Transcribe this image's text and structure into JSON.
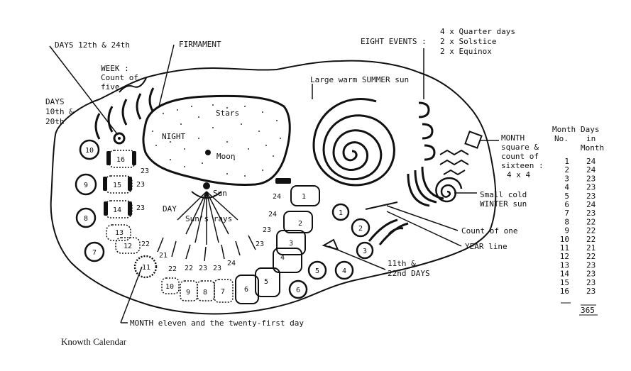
{
  "labels": {
    "days_12_24": "DAYS 12th & 24th",
    "firmament": "FIRMAMENT",
    "week_1": "WEEK :",
    "week_2": "Count of",
    "week_3": "five",
    "days_10_20_1": "DAYS",
    "days_10_20_2": "10th &",
    "days_10_20_3": "20th",
    "night": "NIGHT",
    "stars": "Stars",
    "moon": "Moon",
    "sun": "Sun",
    "day": "DAY",
    "suns_rays": "Sun's rays",
    "eight_events": "EIGHT EVENTS :",
    "quarter_days": "4 x Quarter days",
    "solstice": "2 x Solstice",
    "equinox": "2 x Equinox",
    "summer_sun": "Large warm SUMMER sun",
    "month_sq_1": "MONTH",
    "month_sq_2": "square &",
    "month_sq_3": "count of",
    "month_sq_4": "sixteen :",
    "month_sq_5": "4 x 4",
    "winter_sun_1": "Small cold",
    "winter_sun_2": "WINTER sun",
    "count_one": "Count of one",
    "year_line": "YEAR line",
    "days_11_22_1": "11th &",
    "days_11_22_2": "22nd DAYS",
    "month_eleven": "MONTH eleven and the twenty-first day",
    "caption": "Knowth Calendar"
  },
  "table": {
    "header_month_1": "Month",
    "header_month_2": "No.",
    "header_days_1": "Days",
    "header_days_2": "in",
    "header_days_3": "Month",
    "rows": [
      [
        "1",
        "24"
      ],
      [
        "2",
        "24"
      ],
      [
        "3",
        "23"
      ],
      [
        "4",
        "23"
      ],
      [
        "5",
        "23"
      ],
      [
        "6",
        "24"
      ],
      [
        "7",
        "23"
      ],
      [
        "8",
        "22"
      ],
      [
        "9",
        "22"
      ],
      [
        "10",
        "22"
      ],
      [
        "11",
        "21"
      ],
      [
        "12",
        "22"
      ],
      [
        "13",
        "23"
      ],
      [
        "14",
        "23"
      ],
      [
        "15",
        "23"
      ],
      [
        "16",
        "23"
      ]
    ],
    "total": "365"
  },
  "stone": {
    "outer_months": [
      "10",
      "9",
      "8",
      "7",
      "11"
    ],
    "inner_months": [
      "16",
      "15",
      "14",
      "13",
      "12"
    ],
    "inner_counts": [
      "23",
      "23",
      "23",
      "22",
      "21"
    ],
    "bottom_months": [
      "10",
      "9",
      "8",
      "7",
      "6",
      "5"
    ],
    "bottom_counts": [
      "22",
      "22",
      "23",
      "23",
      "24"
    ],
    "right_months": [
      "1",
      "2",
      "3",
      "4"
    ],
    "right_counts": [
      "24",
      "24",
      "23",
      "23"
    ],
    "right_circles": [
      "1",
      "2",
      "3",
      "4",
      "5",
      "6"
    ]
  }
}
